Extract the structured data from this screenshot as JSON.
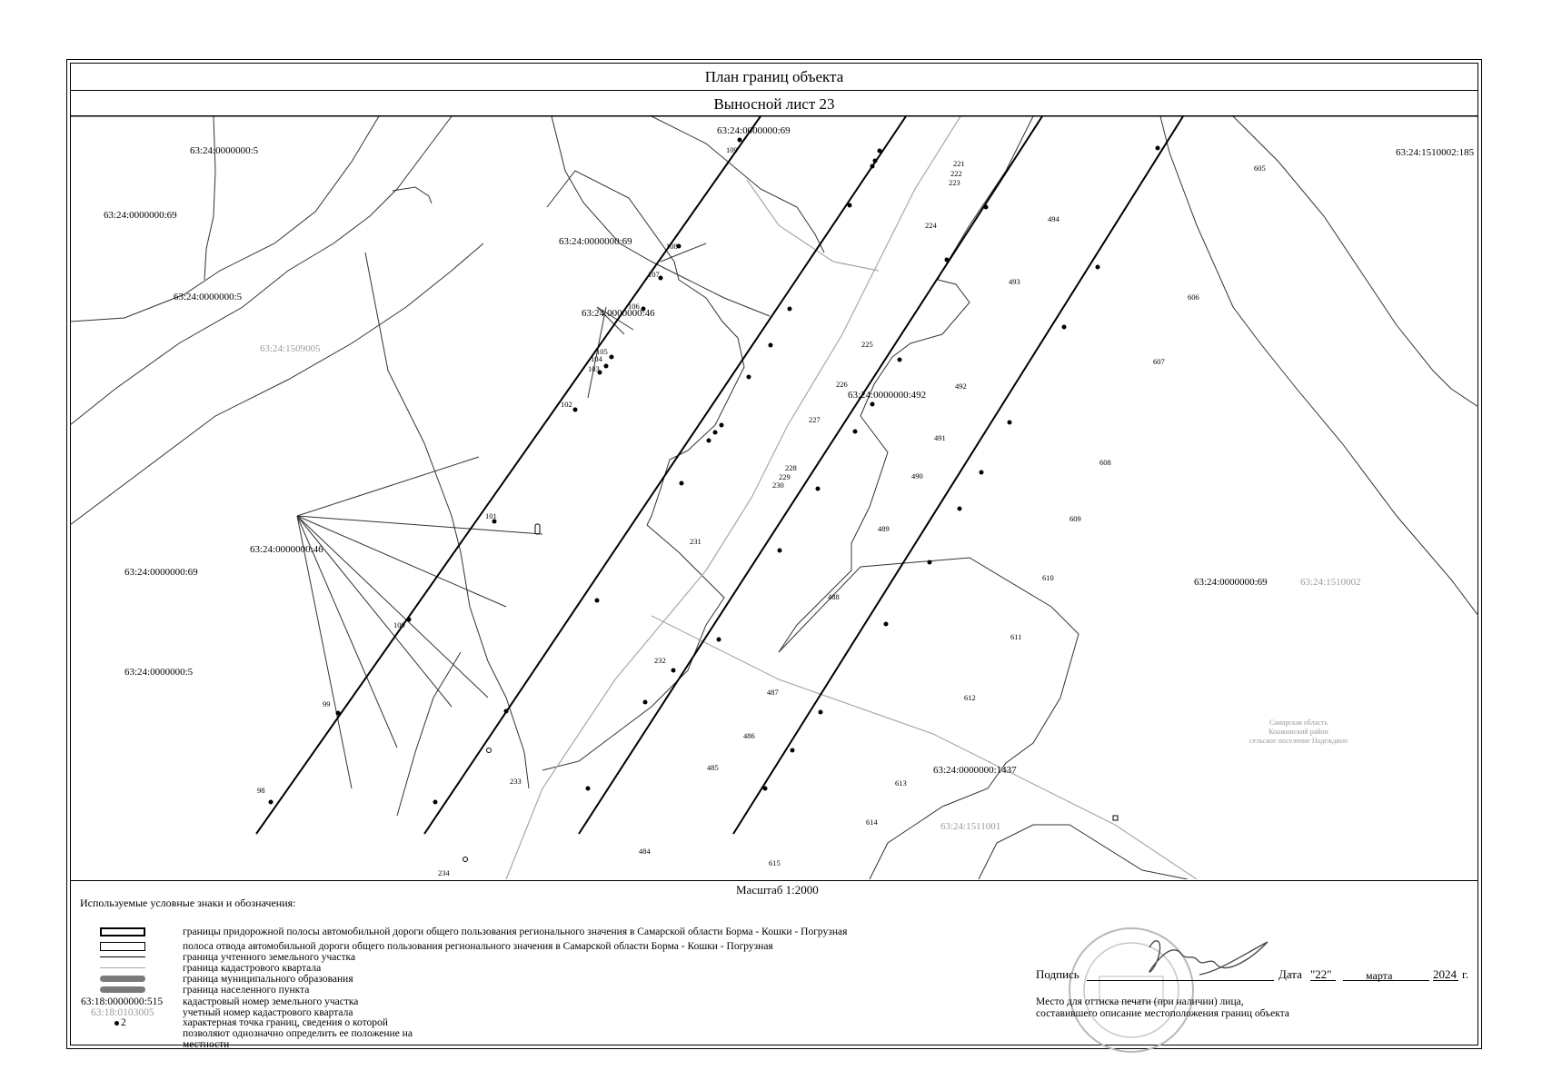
{
  "header": {
    "title": "План границ объекта",
    "sheet": "Выносной лист 23"
  },
  "map_labels": {
    "parcels": [
      {
        "id": "p1",
        "text": "63:24:0000000:69"
      },
      {
        "id": "p2",
        "text": "63:24:0000000:5"
      },
      {
        "id": "p3",
        "text": "63:24:0000000:69"
      },
      {
        "id": "p4",
        "text": "63:24:0000000:69"
      },
      {
        "id": "p5",
        "text": "63:24:0000000:5"
      },
      {
        "id": "p6",
        "text": "63:24:0000000:46"
      },
      {
        "id": "p7",
        "text": "63:24:0000000:492"
      },
      {
        "id": "p8",
        "text": "63:24:0000000:46"
      },
      {
        "id": "p9",
        "text": "63:24:0000000:69"
      },
      {
        "id": "p10",
        "text": "63:24:0000000:5"
      },
      {
        "id": "p11",
        "text": "63:24:0000000:1437"
      },
      {
        "id": "p12",
        "text": "63:24:0000000:69"
      },
      {
        "id": "p13",
        "text": "63:24:1510002:185"
      }
    ],
    "quarters": [
      {
        "id": "q1",
        "text": "63:24:1509005"
      },
      {
        "id": "q2",
        "text": "63:24:1510002"
      },
      {
        "id": "q3",
        "text": "63:24:1511001"
      }
    ],
    "region_note": [
      "Самарская область",
      "Кошкинский район",
      "сельское поселение Надеждино"
    ]
  },
  "points": {
    "line_a": [
      "98",
      "99",
      "100",
      "101",
      "102",
      "103",
      "104",
      "105",
      "106",
      "107",
      "108",
      "109"
    ],
    "line_b": [
      "234",
      "233",
      "232",
      "231",
      "230",
      "229",
      "228",
      "227",
      "226",
      "225",
      "224",
      "223",
      "222",
      "221"
    ],
    "line_c": [
      "484",
      "485",
      "486",
      "487",
      "488",
      "489",
      "490",
      "491",
      "492",
      "493",
      "494"
    ],
    "line_d": [
      "615",
      "614",
      "613",
      "612",
      "611",
      "610",
      "609",
      "608",
      "607",
      "606",
      "605"
    ]
  },
  "scale": "Масштаб 1:2000",
  "legend": {
    "heading": "Используемые условные знаки и обозначения:",
    "items": [
      {
        "label": "границы придорожной полосы автомобильной дороги общего пользования регионального значения в Самарской области Борма - Кошки - Погрузная"
      },
      {
        "label": "полоса отвода автомобильной дороги общего пользования регионального значения в Самарской области Борма - Кошки - Погрузная"
      },
      {
        "label": "граница учтенного земельного участка"
      },
      {
        "label": "граница кадастрового квартала"
      },
      {
        "label": "граница муниципального образования"
      },
      {
        "label": "граница населенного пункта"
      },
      {
        "symbol_text": "63:18:0000000:515",
        "label": "кадастровый номер земельного участка"
      },
      {
        "symbol_text": "63:18:0103005",
        "label": "учетный номер кадастрового квартала"
      },
      {
        "symbol_text": "2",
        "label": "характерная точка границ, сведения о которой позволяют однозначно определить ее положение на местности"
      }
    ]
  },
  "signature": {
    "label": "Подпись",
    "date_label": "Дата",
    "day": "\"22\"",
    "month": "марта",
    "year": "2024",
    "year_suffix": "г.",
    "note_line1": "Место для оттиска печати (при наличии) лица,",
    "note_line2": "составившего описание местоположения границ объекта"
  },
  "colors": {
    "line": "#000000",
    "quarter_text": "#9a9a9a",
    "quarter_line": "#a8a8a8",
    "muni": "#7a7a7a"
  }
}
